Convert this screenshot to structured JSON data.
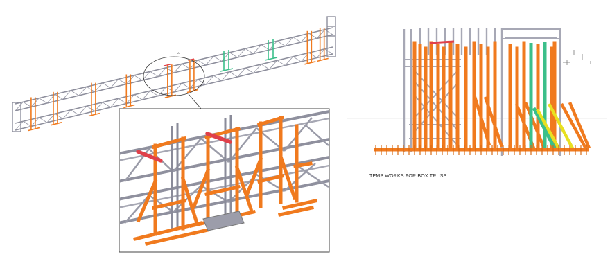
{
  "caption": "TEMP WORKS FOR BOX TRUSS",
  "colors": {
    "truss_grey": "#9a9ba8",
    "truss_dark": "#6f7080",
    "temp_orange": "#f07a1e",
    "highlight_red": "#e0404a",
    "highlight_green": "#3bbf8a",
    "highlight_yellow": "#e8e020"
  },
  "views": {
    "overview": "truss-overview-isometric",
    "detail": "truss-detail-zoom",
    "section": "truss-end-elevation"
  }
}
